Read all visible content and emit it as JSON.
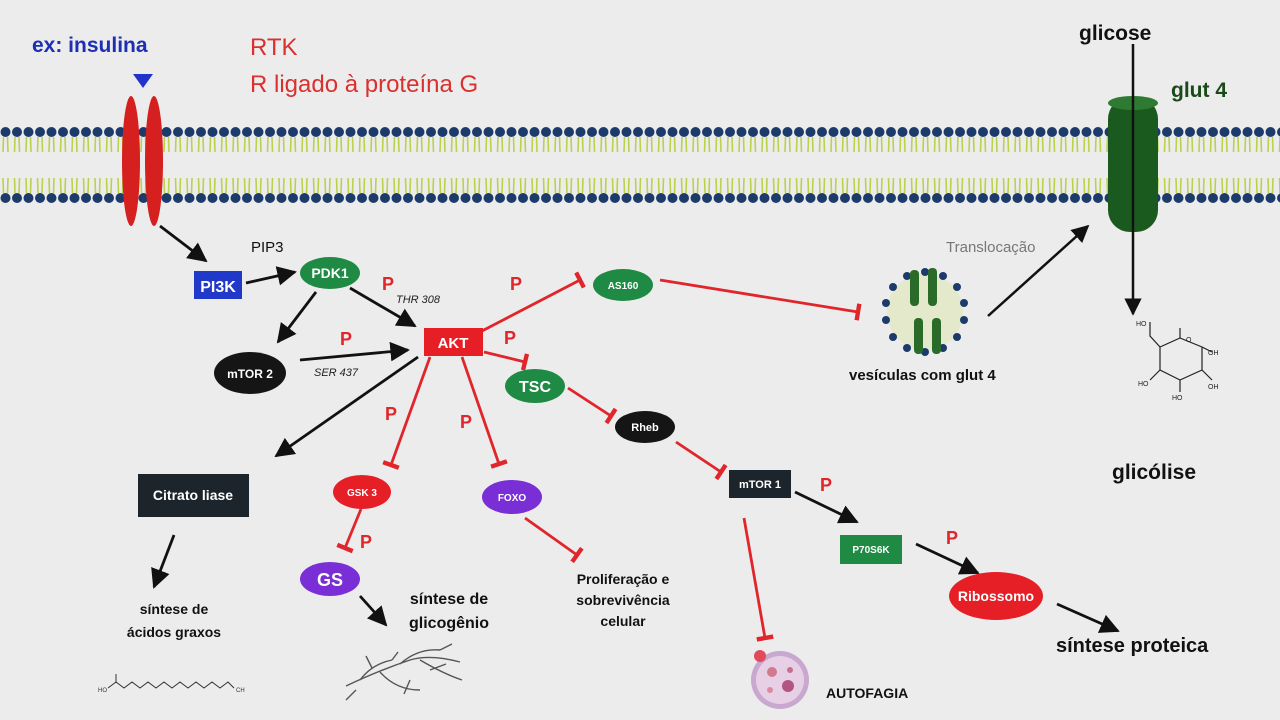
{
  "header": {
    "example": "ex: insulina",
    "receptor_type_1": "RTK",
    "receptor_type_2": "R ligado à proteína G",
    "glucose": "glicose",
    "transporter": "glut 4",
    "translocation": "Translocação",
    "glycolysis": "glicólise"
  },
  "nodes": {
    "pip3": "PIP3",
    "pi3k": "PI3K",
    "pdk1": "PDK1",
    "mtor2": "mTOR 2",
    "akt": "AKT",
    "as160": "AS160",
    "tsc": "TSC",
    "rheb": "Rheb",
    "mtor1": "mTOR 1",
    "p70s6k": "P70S6K",
    "ribosome": "Ribossomo",
    "citrate_lyase": "Citrato liase",
    "gsk3": "GSK 3",
    "gs": "GS",
    "foxo": "FOXO"
  },
  "site_labels": {
    "thr308": "THR 308",
    "ser437": "SER 437",
    "phospho": "P"
  },
  "outcomes": {
    "vesicles": "vesículas com glut 4",
    "fatty_acids_1": "síntese de",
    "fatty_acids_2": "ácidos graxos",
    "glycogen_1": "síntese de",
    "glycogen_2": "glicogênio",
    "proliferation_1": "Proliferação e",
    "proliferation_2": "sobrevivência",
    "proliferation_3": "celular",
    "autophagy": "AUTOFAGIA",
    "protein_synthesis": "síntese proteica"
  },
  "colors": {
    "green_node": "#1e8a43",
    "red_node": "#e61e26",
    "purple_node": "#7a2ed6",
    "dark_node": "#1d252c",
    "pi3k_blue": "#2039c9",
    "receptor_red": "#d61f1f",
    "glut4_green": "#1a5a1f",
    "inhibit_red": "#e0252b",
    "membrane_head": "#1c3b6b",
    "membrane_tail": "#b9d24a"
  }
}
